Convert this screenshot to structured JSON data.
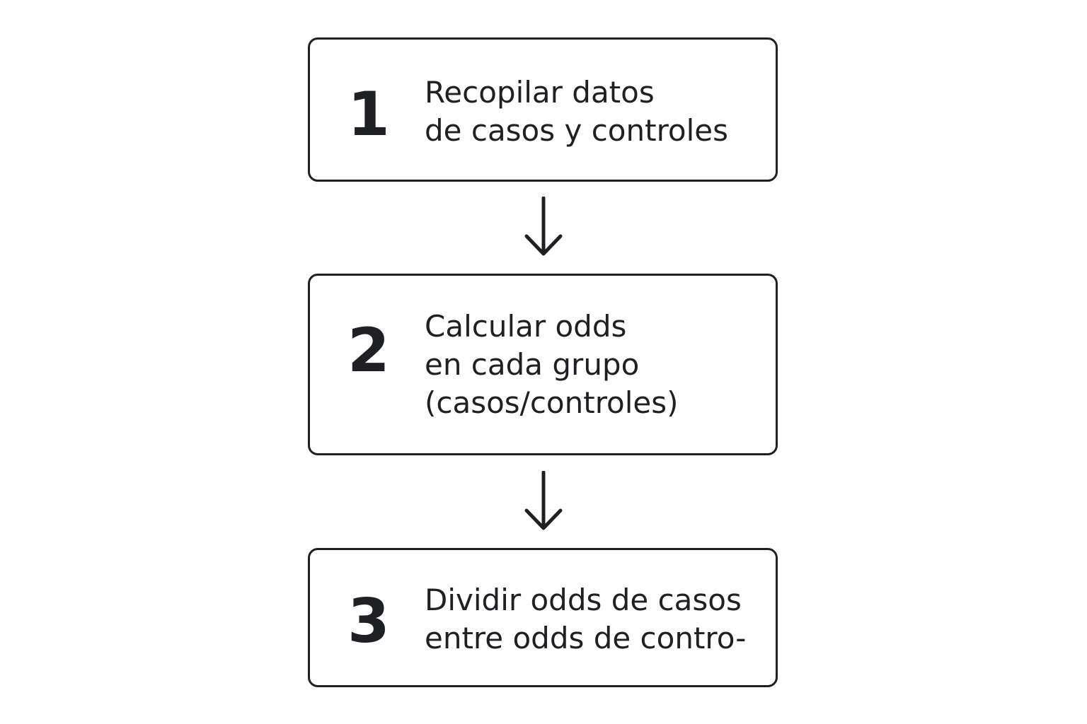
{
  "diagram": {
    "steps": [
      {
        "number": "1",
        "lines": [
          "Recopilar datos",
          "de casos y controles"
        ]
      },
      {
        "number": "2",
        "lines": [
          "Calcular odds",
          "en cada grupo",
          "(casos/controles)"
        ]
      },
      {
        "number": "3",
        "lines": [
          "Dividir odds de casos",
          "entre odds de contro-"
        ]
      }
    ],
    "arrows": [
      "arrow-down-icon",
      "arrow-down-icon"
    ],
    "colors": {
      "stroke": "#1f2023",
      "text": "#1f2023",
      "background": "#ffffff"
    }
  }
}
